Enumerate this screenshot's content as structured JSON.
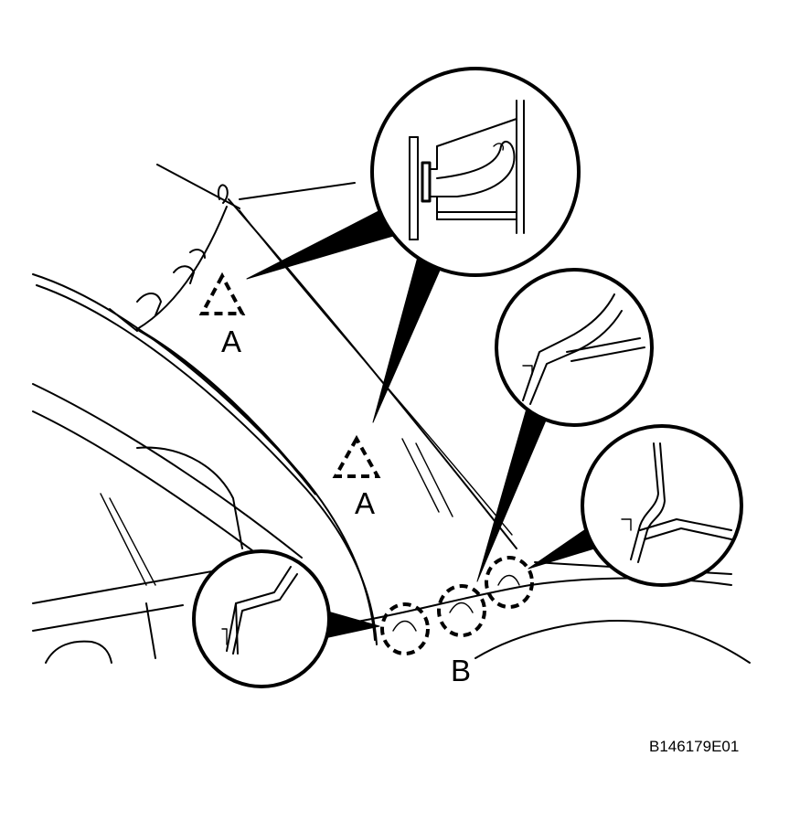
{
  "labels": {
    "a_upper": "A",
    "a_lower": "A",
    "b": "B"
  },
  "figure_code": "B146179E01"
}
